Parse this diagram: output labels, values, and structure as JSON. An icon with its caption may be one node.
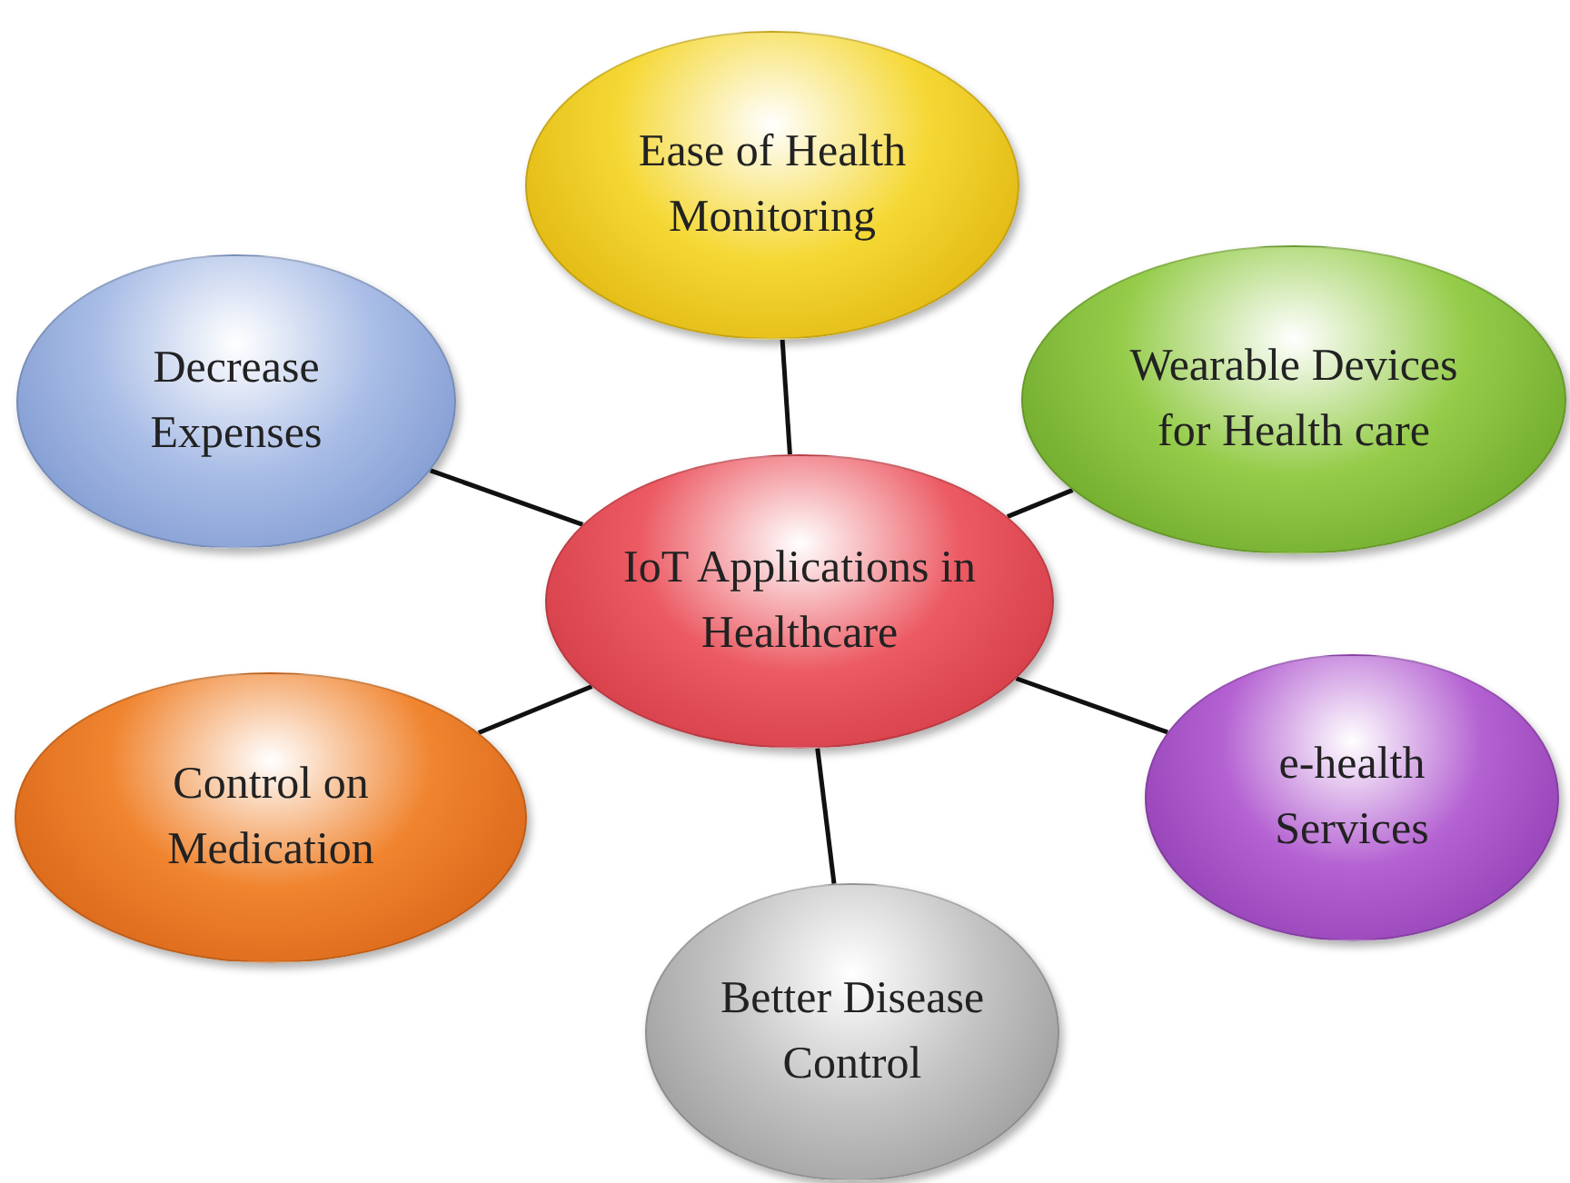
{
  "diagram": {
    "nodes": [
      {
        "text": [
          "Ease of Health Monitoring"
        ]
      },
      {
        "text": [
          "Decrease Expenses"
        ]
      },
      {
        "text": [
          "Wearable Devices for Health care"
        ]
      },
      {
        "text": [
          "IoT Applications in Healthcare"
        ]
      },
      {
        "text": [
          "e-health Services"
        ]
      },
      {
        "text": [
          "Control on Medication"
        ]
      },
      {
        "text": [
          "Better Disease Control"
        ]
      }
    ],
    "edges": [
      {
        "from": 3,
        "to": 0,
        "arrow": "none"
      },
      {
        "from": 3,
        "to": 1,
        "arrow": "none"
      },
      {
        "from": 3,
        "to": 2,
        "arrow": "none"
      },
      {
        "from": 3,
        "to": 4,
        "arrow": "none"
      },
      {
        "from": 3,
        "to": 5,
        "arrow": "none"
      },
      {
        "from": 3,
        "to": 6,
        "arrow": "none"
      }
    ]
  }
}
